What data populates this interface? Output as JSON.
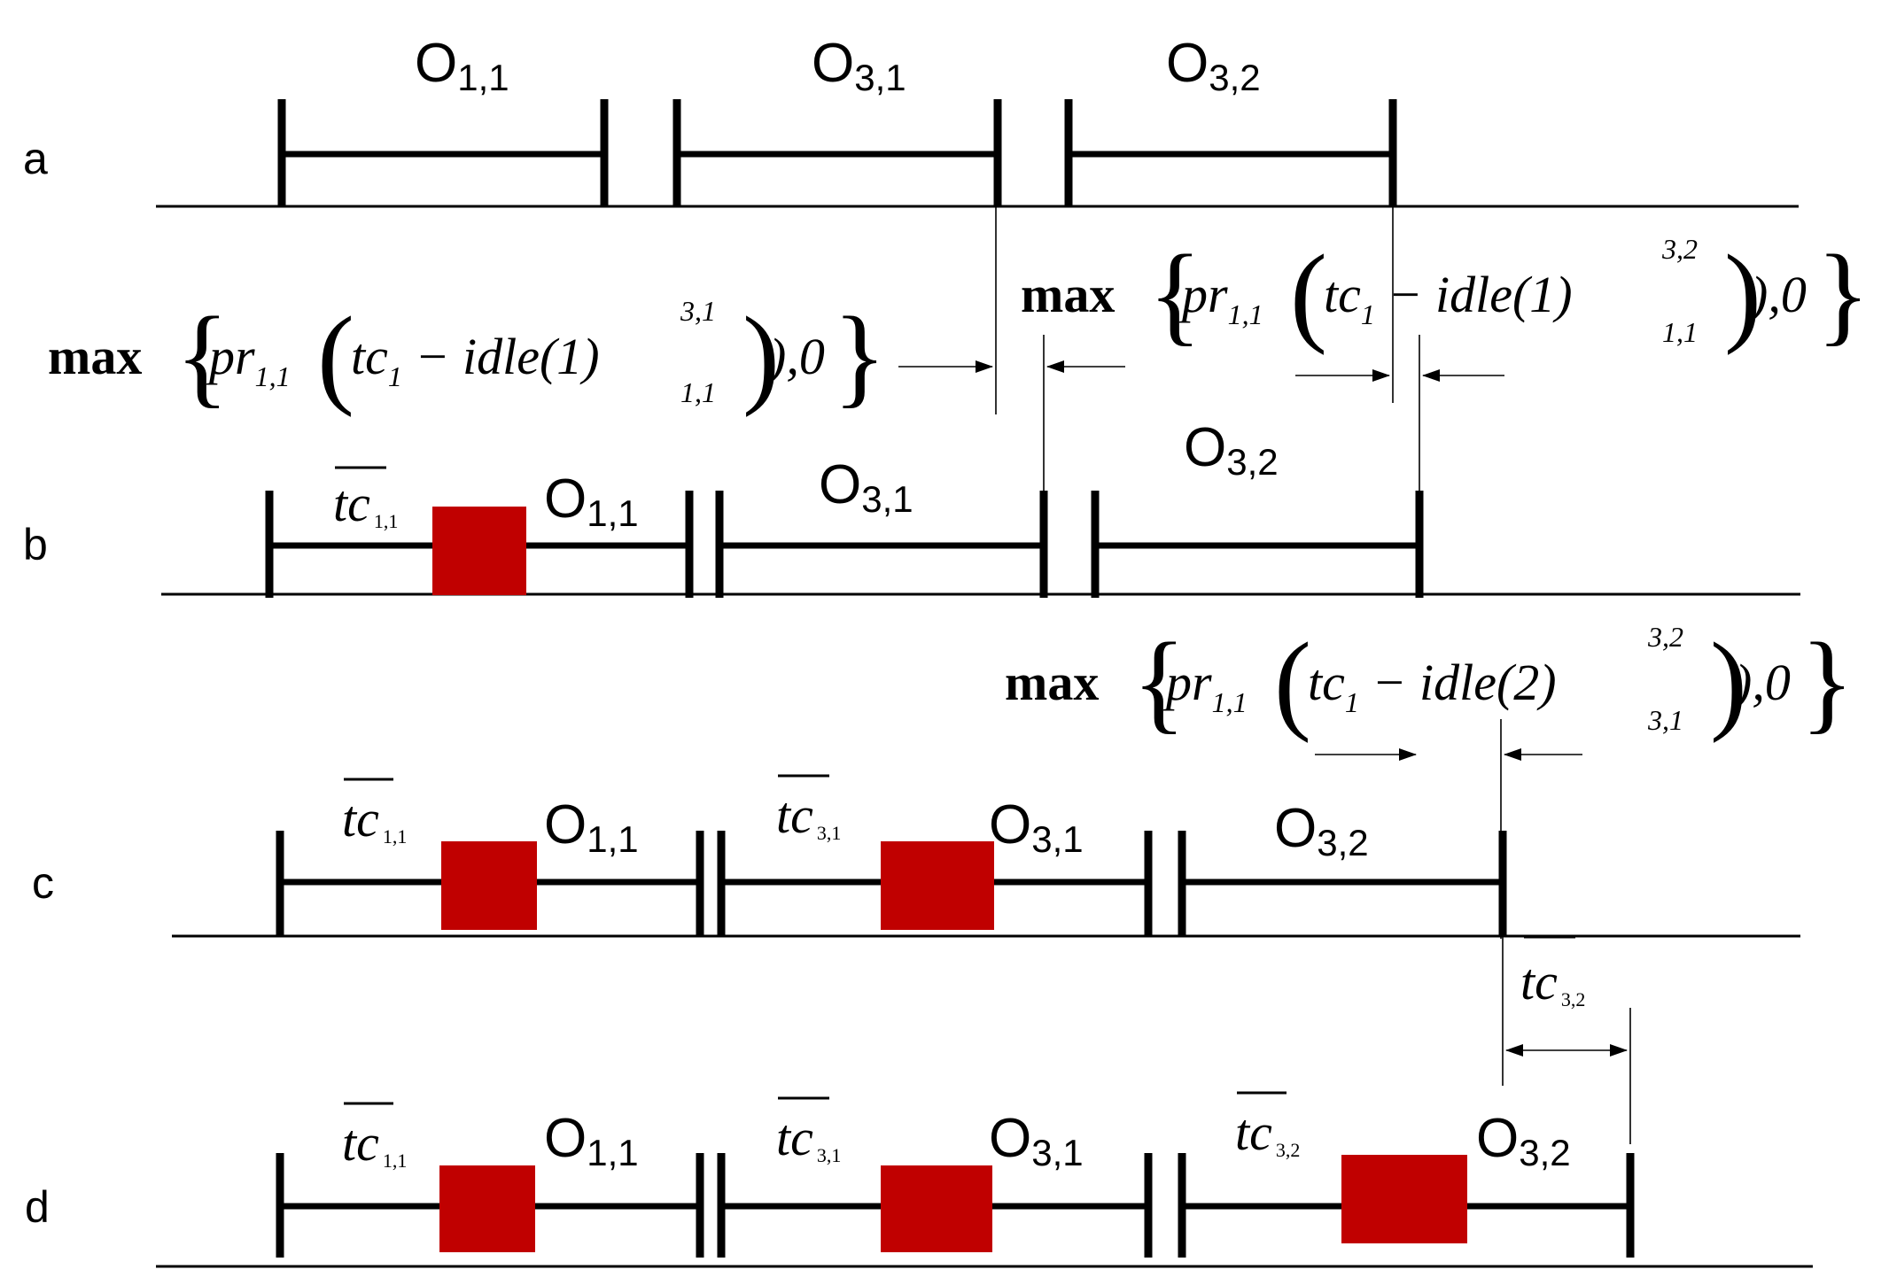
{
  "rows": [
    {
      "label": "a"
    },
    {
      "label": "b"
    },
    {
      "label": "c"
    },
    {
      "label": "d"
    }
  ],
  "op_labels": {
    "o11": {
      "main": "O",
      "sub": "1,1"
    },
    "o31": {
      "main": "O",
      "sub": "3,1"
    },
    "o32": {
      "main": "O",
      "sub": "3,2"
    }
  },
  "tc_labels": {
    "tc11": {
      "main": "tc",
      "sub": "1,1"
    },
    "tc31": {
      "main": "tc",
      "sub": "3,1"
    },
    "tc32": {
      "main": "tc",
      "sub": "3,2"
    }
  },
  "formulas": {
    "f1": {
      "max": "max",
      "body": "pr",
      "body_sub": "1,1",
      "tc": "tc",
      "tc_sub": "1",
      "minus": " − idle",
      "paren": "(1)",
      "sup": "3,1",
      "sub": "1,1",
      "tail": "),0"
    },
    "f2": {
      "max": "max",
      "body": "pr",
      "body_sub": "1,1",
      "tc": "tc",
      "tc_sub": "1",
      "minus": " − idle",
      "paren": "(1)",
      "sup": "3,2",
      "sub": "1,1",
      "tail": "),0"
    },
    "f3": {
      "max": "max",
      "body": "pr",
      "body_sub": "1,1",
      "tc": "tc",
      "tc_sub": "1",
      "minus": " − idle",
      "paren": "(2)",
      "sup": "3,2",
      "sub": "3,1",
      "tail": "),0"
    }
  },
  "colors": {
    "delay_block": "#c00000",
    "line": "#000000"
  }
}
